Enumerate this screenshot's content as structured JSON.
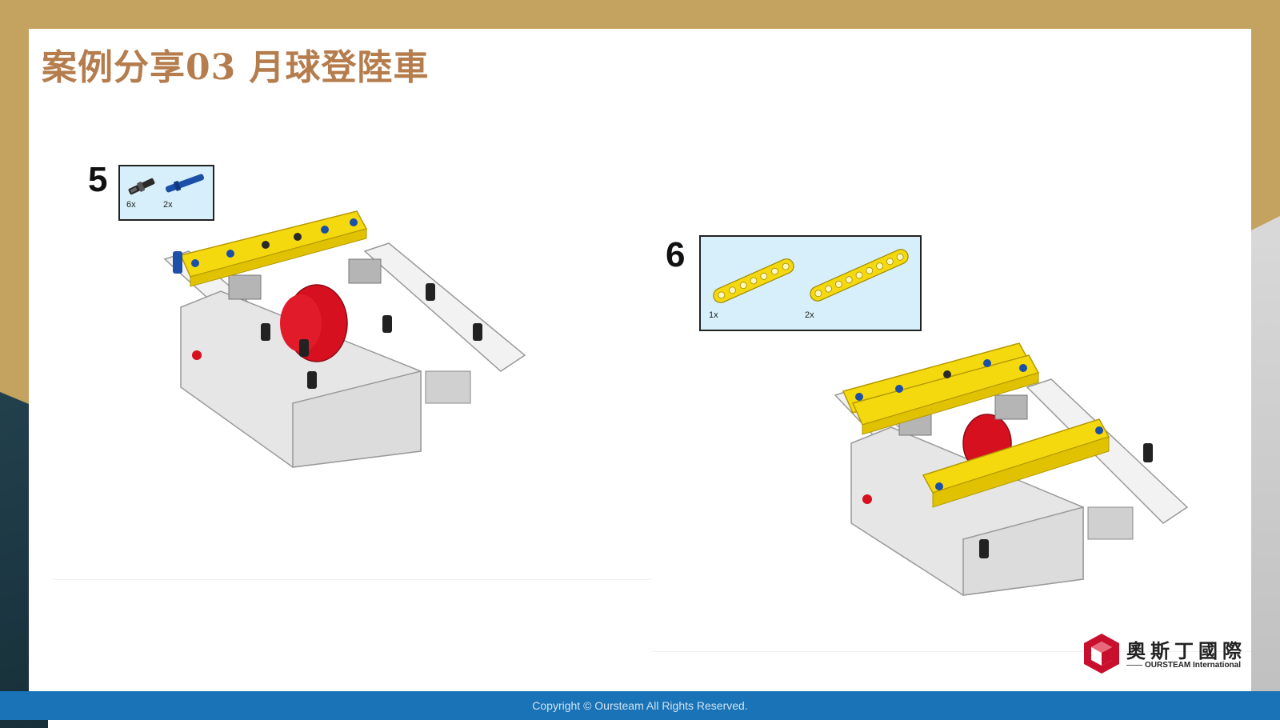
{
  "slide": {
    "title": "案例分享03 月球登陸車"
  },
  "steps": [
    {
      "number": "5",
      "parts": [
        {
          "icon": "black-axle-pin-icon",
          "qty": "6x"
        },
        {
          "icon": "blue-axle-pin-icon",
          "qty": "2x"
        }
      ]
    },
    {
      "number": "6",
      "parts": [
        {
          "icon": "yellow-beam-7-icon",
          "qty": "1x"
        },
        {
          "icon": "yellow-beam-9-icon",
          "qty": "2x"
        }
      ]
    }
  ],
  "logo": {
    "chinese": "奧斯丁國際",
    "english": "OURSTEAM International",
    "icon": "cube-logo-icon"
  },
  "footer": {
    "copyright": "Copyright © Oursteam All Rights Reserved."
  },
  "colors": {
    "title": "#b57d4d",
    "frame_gold": "#c4a260",
    "footer_blue": "#1a73b7",
    "parts_box": "#d7effa",
    "lego_yellow": "#f5d90f",
    "lego_red": "#d6101f",
    "logo_red": "#c8102e"
  }
}
